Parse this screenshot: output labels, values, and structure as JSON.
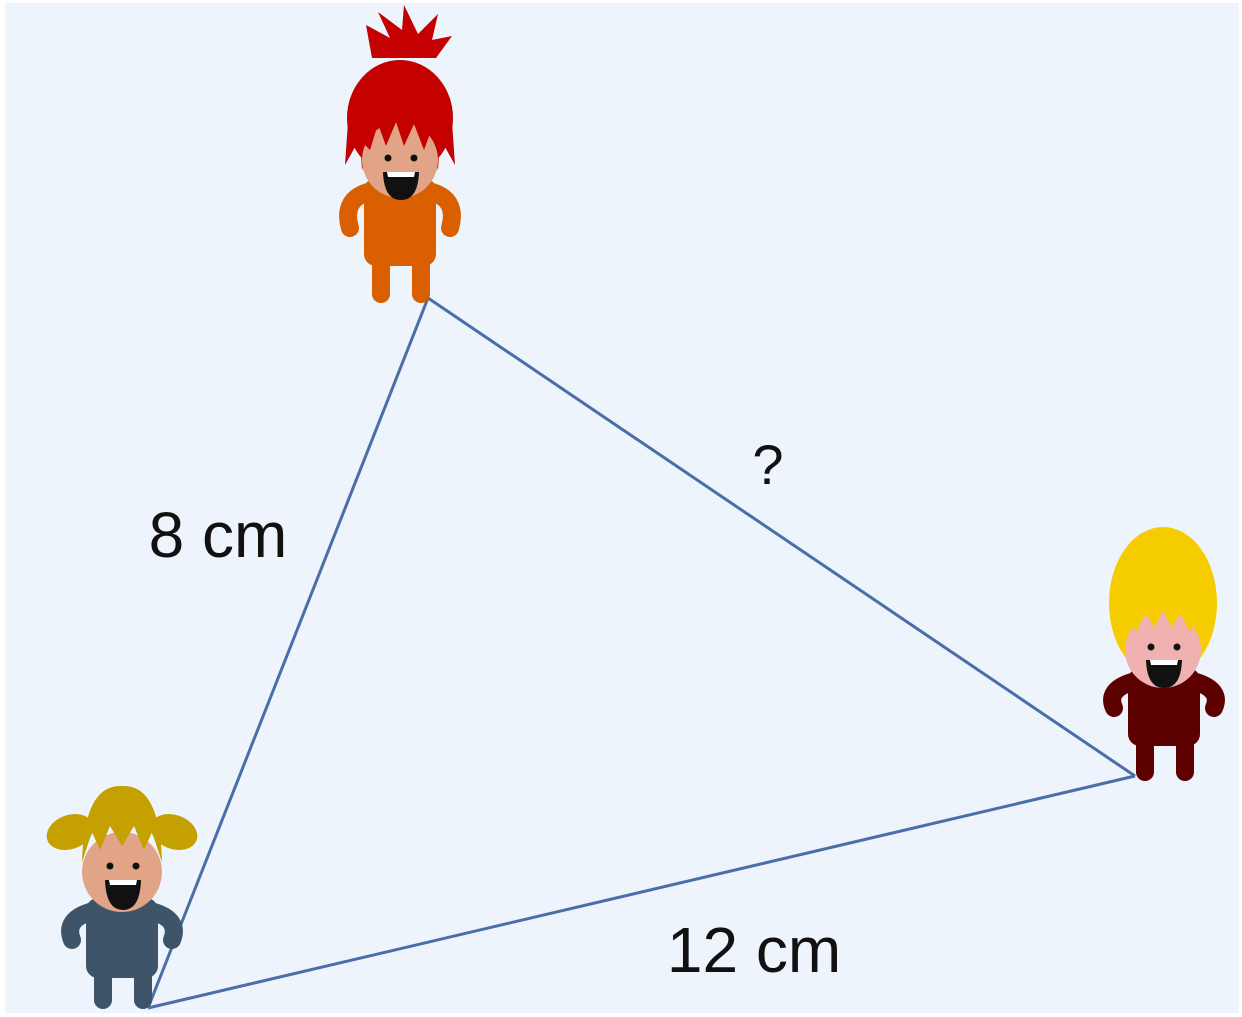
{
  "diagram": {
    "side_labels": {
      "top_to_bottom_left": "8 cm",
      "bottom_left_to_right": "12 cm",
      "top_to_right": "?"
    },
    "colors": {
      "background": "#eef4fb",
      "edge": "#4a6ea8",
      "label": "#111111"
    },
    "figures": [
      {
        "id": "top",
        "hair": "#c40000",
        "body": "#d95f00",
        "skin": "#e2a486",
        "hair_style": "spiky"
      },
      {
        "id": "right",
        "hair": "#f5cc00",
        "body": "#5c0000",
        "skin": "#f0b2b0",
        "hair_style": "long"
      },
      {
        "id": "bottom-left",
        "hair": "#c4a000",
        "body": "#3e5468",
        "skin": "#e2a486",
        "hair_style": "pigtails"
      }
    ]
  }
}
